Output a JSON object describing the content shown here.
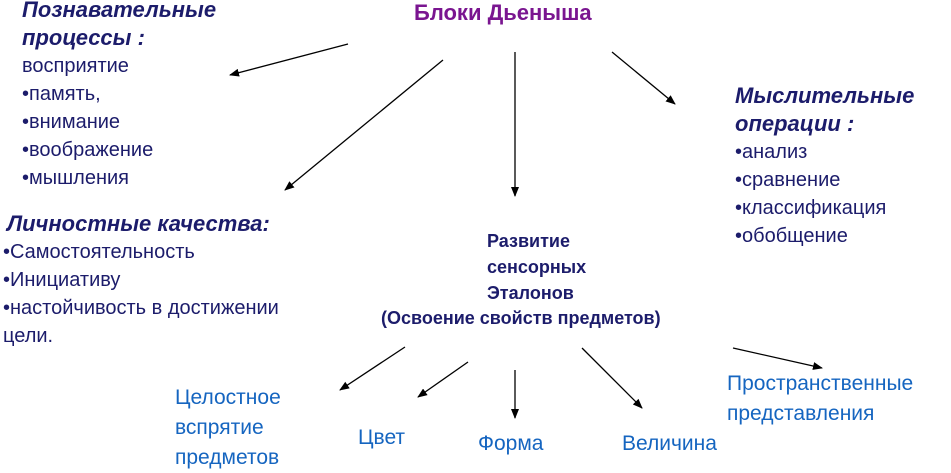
{
  "title": "Блоки Дьеныша",
  "cognitive": {
    "heading": [
      "Познавательные",
      "процессы :"
    ],
    "items": [
      "восприятие",
      "•память,",
      "•внимание",
      "•воображение",
      "•мышления"
    ]
  },
  "mental": {
    "heading": [
      "Мыслительные",
      "операции :"
    ],
    "items": [
      "•анализ",
      "•сравнение",
      "•классификация",
      "•обобщение"
    ]
  },
  "personal": {
    "heading": "Личностные качества:",
    "items": [
      "•Самостоятельность",
      "•Инициативу",
      "•настойчивость в достижении",
      "цели."
    ]
  },
  "center": {
    "lines": [
      "Развитие",
      "сенсорных",
      "Эталонов"
    ],
    "subtitle": "(Освоение свойств предметов)"
  },
  "properties": {
    "holistic": [
      "Целостное",
      "вспрятие",
      "предметов"
    ],
    "color": "Цвет",
    "shape": "Форма",
    "size": "Величина",
    "spatial": [
      "Пространственные",
      "представления"
    ]
  },
  "colors": {
    "title": "#7a1590",
    "text": "#1c1c6b",
    "leaf": "#1565c0"
  }
}
